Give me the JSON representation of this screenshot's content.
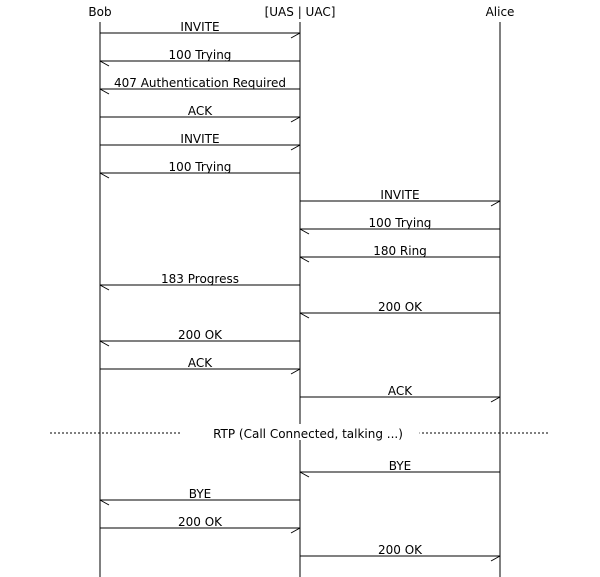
{
  "participants": [
    {
      "name": "Bob"
    },
    {
      "name": "[UAS | UAC]"
    },
    {
      "name": "Alice"
    }
  ],
  "messages": [
    {
      "from": 0,
      "to": 1,
      "label": "INVITE"
    },
    {
      "from": 1,
      "to": 0,
      "label": "100 Trying"
    },
    {
      "from": 1,
      "to": 0,
      "label": "407 Authentication Required"
    },
    {
      "from": 0,
      "to": 1,
      "label": "ACK"
    },
    {
      "from": 0,
      "to": 1,
      "label": "INVITE"
    },
    {
      "from": 1,
      "to": 0,
      "label": "100 Trying"
    },
    {
      "from": 1,
      "to": 2,
      "label": "INVITE"
    },
    {
      "from": 2,
      "to": 1,
      "label": "100 Trying"
    },
    {
      "from": 2,
      "to": 1,
      "label": "180 Ring"
    },
    {
      "from": 1,
      "to": 0,
      "label": "183 Progress"
    },
    {
      "from": 2,
      "to": 1,
      "label": "200 OK"
    },
    {
      "from": 1,
      "to": 0,
      "label": "200 OK"
    },
    {
      "from": 0,
      "to": 1,
      "label": "ACK"
    },
    {
      "from": 1,
      "to": 2,
      "label": "ACK"
    },
    {
      "separator": true,
      "label": "RTP (Call Connected, talking ...)"
    },
    {
      "from": 2,
      "to": 1,
      "label": "BYE"
    },
    {
      "from": 1,
      "to": 0,
      "label": "BYE"
    },
    {
      "from": 0,
      "to": 1,
      "label": "200 OK"
    },
    {
      "from": 1,
      "to": 2,
      "label": "200 OK"
    }
  ]
}
